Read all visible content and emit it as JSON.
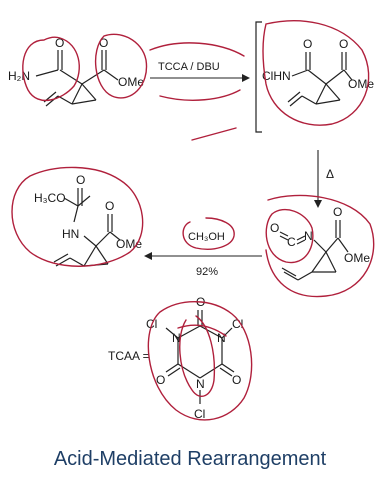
{
  "reagents": {
    "step1": "TCCA / DBU",
    "heat": "Δ",
    "step3": "CH₃OH",
    "yield": "92%"
  },
  "labels": {
    "h2n": "H₂N",
    "o": "O",
    "ome": "OMe",
    "clhn": "ClHN",
    "h3co": "H₃CO",
    "hn": "HN",
    "o_eq": "O",
    "c_eq": "C",
    "n_eq": "N",
    "tcaa_label": "TCAA =",
    "cl": "Cl",
    "n": "N"
  },
  "caption": "Acid-Mediated Rearrangement",
  "colors": {
    "annotation": "#b0203c",
    "caption": "#1f3f66"
  }
}
